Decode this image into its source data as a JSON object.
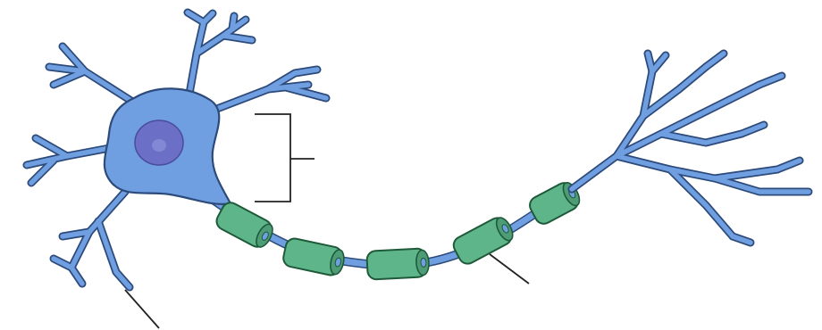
{
  "diagram": {
    "colors": {
      "cell": "#6f9fe0",
      "cell_outline": "#2c4a7a",
      "nucleus": "#6b6fc6",
      "nucleolus": "#8a8fd8",
      "myelin": "#5fb58a",
      "myelin_outline": "#1e5a3a",
      "pointer": "#222222"
    },
    "parts": [
      "cell-body",
      "nucleus",
      "dendrites",
      "axon",
      "myelin-sheath",
      "axon-terminals"
    ],
    "myelin_segment_count": 5,
    "label_pointer_count": 3
  }
}
